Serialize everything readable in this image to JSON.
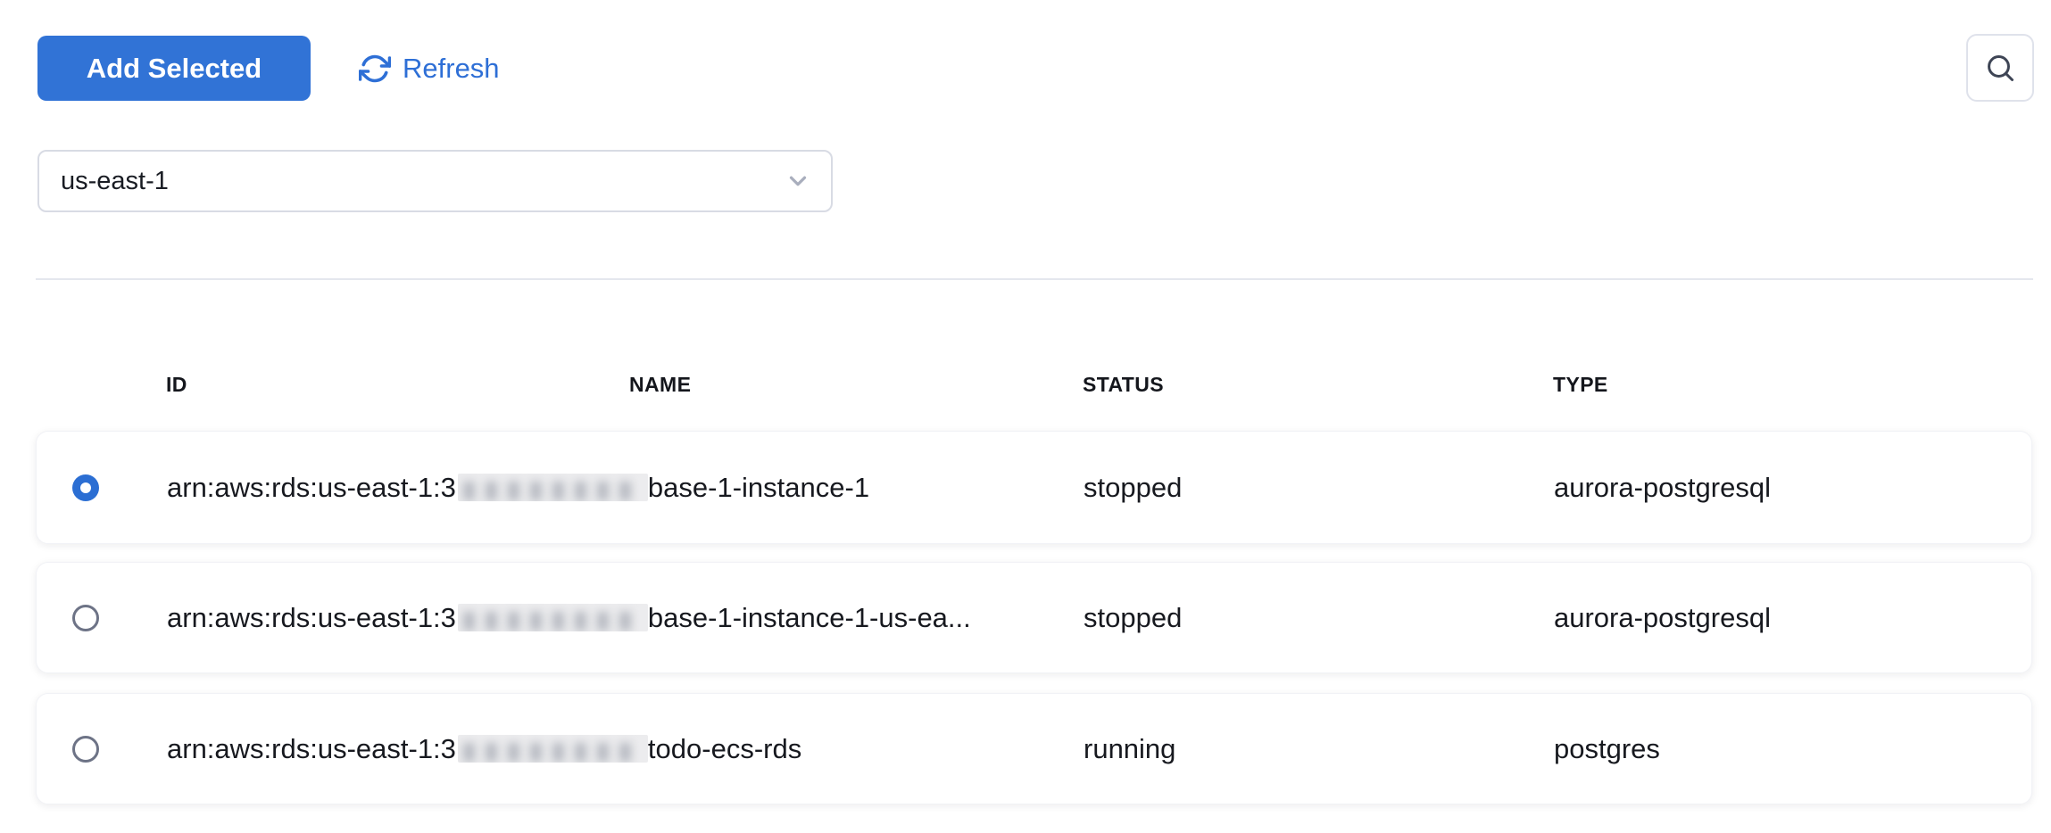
{
  "colors": {
    "accent": "#3173d6",
    "selected_radio": "#2b6ed3"
  },
  "toolbar": {
    "add_selected_label": "Add Selected",
    "refresh_label": "Refresh"
  },
  "region_select": {
    "value": "us-east-1"
  },
  "table": {
    "columns": [
      "ID",
      "NAME",
      "STATUS",
      "TYPE"
    ],
    "rows": [
      {
        "selected": true,
        "id_visible": "arn:aws:rds:us-east-1:3",
        "id_redacted": true,
        "name": "base-1-instance-1",
        "status": "stopped",
        "type": "aurora-postgresql"
      },
      {
        "selected": false,
        "id_visible": "arn:aws:rds:us-east-1:3",
        "id_redacted": true,
        "name": "base-1-instance-1-us-ea...",
        "status": "stopped",
        "type": "aurora-postgresql"
      },
      {
        "selected": false,
        "id_visible": "arn:aws:rds:us-east-1:3",
        "id_redacted": true,
        "name": "todo-ecs-rds",
        "status": "running",
        "type": "postgres"
      }
    ]
  }
}
